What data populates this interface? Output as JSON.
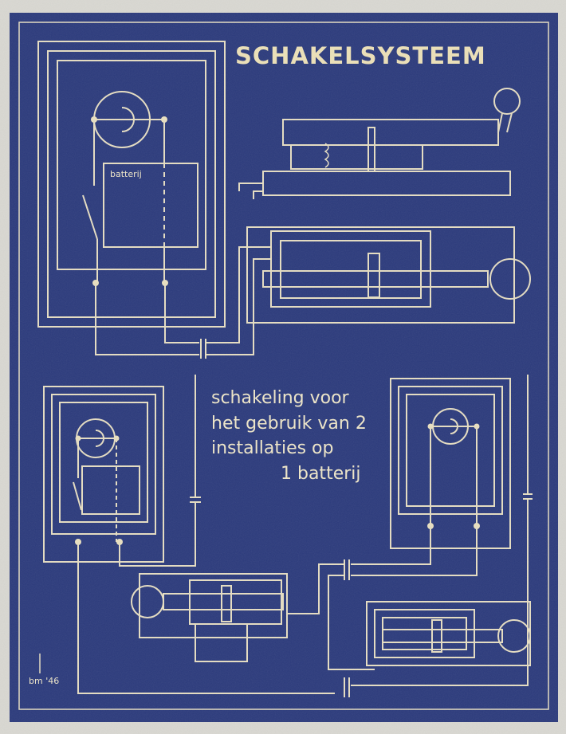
{
  "title": "SCHAKELSYSTEEM",
  "battery_label": "batterij",
  "caption": [
    "schakeling voor",
    "het gebruik van 2",
    "installaties op",
    "1 batterij"
  ],
  "signature": "bm '46",
  "colors": {
    "paper": "#d9d8d2",
    "blueprint": "#2b3a7c",
    "line": "#e4dcc2"
  }
}
